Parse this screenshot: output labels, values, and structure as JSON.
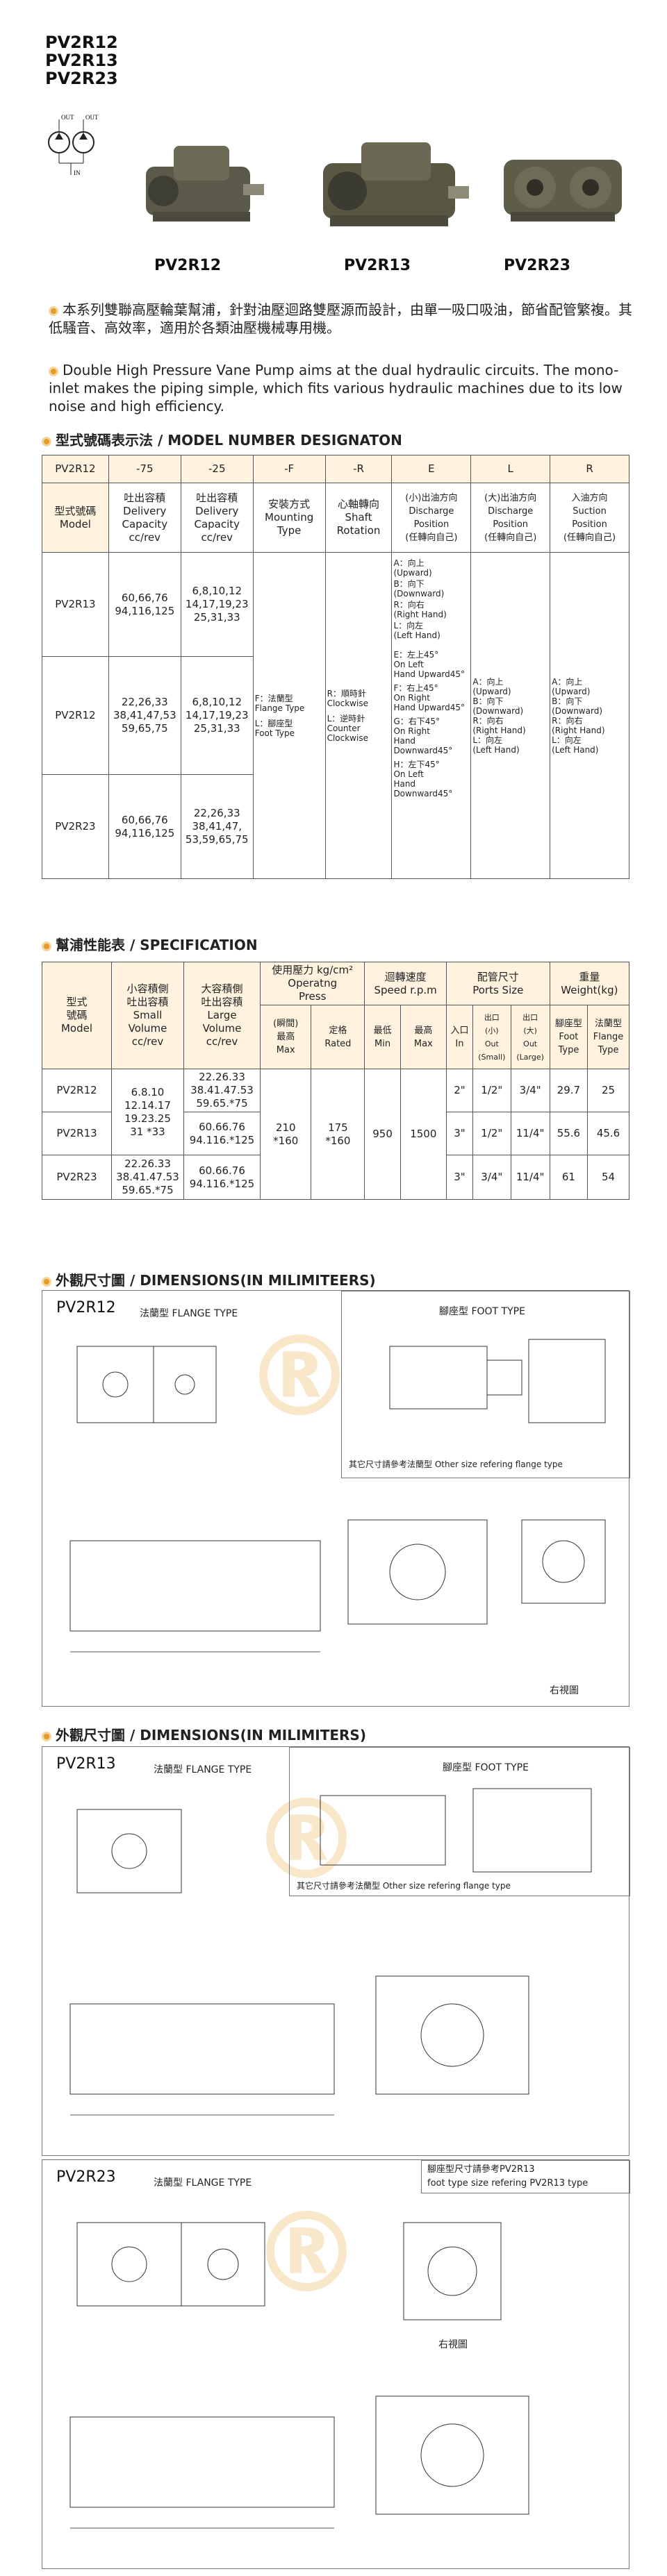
{
  "models": [
    "PV2R12",
    "PV2R13",
    "PV2R23"
  ],
  "symbol": {
    "out1": "OUT",
    "out2": "OUT",
    "in": "IN"
  },
  "photo_captions": [
    "PV2R12",
    "PV2R13",
    "PV2R23"
  ],
  "intro_zh": "本系列雙聯高壓輪葉幫浦，針對油壓迴路雙壓源而設計，由單一吸口吸油，節省配管繁複。其低騷音、高效率，適用於各類油壓機械專用機。",
  "intro_en": "Double High Pressure Vane Pump aims at the dual hydraulic circuits. The mono-inlet makes the piping simple, which fits various hydraulic machines due to its low noise and high efficiency.",
  "model_section": {
    "zh": "型式號碼表示法 / ",
    "en": "MODEL NUMBER DESIGNATON"
  },
  "model_table": {
    "head": [
      "PV2R12",
      "-75",
      "-25",
      "-F",
      "-R",
      "E",
      "L",
      "R"
    ],
    "sub": [
      "型式號碼\nModel",
      "吐出容積\nDelivery\nCapacity\ncc/rev",
      "吐出容積\nDelivery\nCapacity\ncc/rev",
      "安裝方式\nMounting\nType",
      "心軸轉向\nShaft\nRotation",
      "(小)出油方向\nDischarge\nPosition\n(任轉向自己)",
      "(大)出油方向\nDischarge\nPosition\n(任轉向自己)",
      "入油方向\nSuction\nPosition\n(任轉向自己)"
    ],
    "rows": [
      {
        "model": "PV2R13",
        "large": "60,66,76\n94,116,125",
        "small": "6,8,10,12\n14,17,19,23\n25,31,33"
      },
      {
        "model": "PV2R12",
        "large": "22,26,33\n38,41,47,53\n59,65,75",
        "small": "6,8,10,12\n14,17,19,23\n25,31,33"
      },
      {
        "model": "PV2R23",
        "large": "60,66,76\n94,116,125",
        "small": "22,26,33\n38,41,47,\n53,59,65,75"
      }
    ],
    "mounting": [
      "F：法蘭型\nFlange Type",
      "L：腳座型\nFoot Type"
    ],
    "rotation": [
      "R：順時針\nClockwise",
      "L：逆時針\nCounter\nClockwise"
    ],
    "discharge_small": [
      "A：向上\n(Upward)",
      "B：向下\n(Downward)",
      "R：向右\n(Right Hand)",
      "L：向左\n(Left Hand)",
      "E：左上45°\nOn Left\nHand Upward45°",
      "F：右上45°\nOn Right\nHand Upward45°",
      "G：右下45°\nOn Right\nHand\nDownward45°",
      "H：左下45°\nOn Left\nHand\nDownward45°"
    ],
    "discharge_large": [
      "A：向上\n(Upward)",
      "B：向下\n(Downward)",
      "R：向右\n(Right Hand)",
      "L：向左\n(Left Hand)"
    ],
    "suction": [
      "A：向上\n(Upward)",
      "B：向下\n(Downward)",
      "R：向右\n(Right Hand)",
      "L：向左\n(Left Hand)"
    ]
  },
  "spec_section": {
    "zh": "幫浦性能表 / ",
    "en": "SPECIFICATION"
  },
  "spec_table": {
    "h_model": "型式\n號碼\nModel",
    "h_small": "小容積側\n吐出容積\nSmall\nVolume\ncc/rev",
    "h_large": "大容積側\n吐出容積\nLarge\nVolume\ncc/rev",
    "h_press": "使用壓力 kg/cm²\nOperatng\nPress",
    "h_press_max": "(瞬間)\n最高\nMax",
    "h_press_rated": "定格\nRated",
    "h_speed": "迴轉速度\nSpeed r.p.m",
    "h_speed_min": "最低\nMin",
    "h_speed_max": "最高\nMax",
    "h_ports": "配管尺寸\nPorts Size",
    "h_in": "入口\nIn",
    "h_out_small": "出口\n(小)\nOut\n(Small)",
    "h_out_large": "出口\n(大)\nOut\n(Large)",
    "h_weight": "重量\nWeight(kg)",
    "h_foot": "腳座型\nFoot\nType",
    "h_flange": "法蘭型\nFlange\nType",
    "small_vol_12_13": "6.8.10\n12.14.17\n19.23.25\n31 *33",
    "max_press": "210\n*160",
    "rated_press": "175\n*160",
    "min_speed": "950",
    "max_speed": "1500",
    "rows": [
      {
        "model": "PV2R12",
        "large": "22.26.33\n38.41.47.53\n59.65.*75",
        "in": "2\"",
        "out_s": "1/2\"",
        "out_l": "3/4\"",
        "foot": "29.7",
        "flange": "25"
      },
      {
        "model": "PV2R13",
        "large": "60.66.76\n94.116.*125",
        "in": "3\"",
        "out_s": "1/2\"",
        "out_l": "11/4\"",
        "foot": "55.6",
        "flange": "45.6"
      },
      {
        "model": "PV2R23",
        "small": "22.26.33\n38.41.47.53\n59.65.*75",
        "large": "60.66.76\n94.116.*125",
        "in": "3\"",
        "out_s": "3/4\"",
        "out_l": "11/4\"",
        "foot": "61",
        "flange": "54"
      }
    ]
  },
  "dim_section": {
    "zh": "外觀尺寸圖 / ",
    "en": "DIMENSIONS(IN MILIMITEERS)"
  },
  "dim_section2": {
    "zh": "外觀尺寸圖 / ",
    "en": "DIMENSIONS(IN MILIMITERS)"
  },
  "pv2r12": {
    "title": "PV2R12",
    "flange": "法蘭型  FLANGE TYPE",
    "foot": "腳座型  FOOT TYPE",
    "note": "其它尺寸請參考法蘭型  Other size refering flange type",
    "side": "右視圖"
  },
  "pv2r13": {
    "title": "PV2R13",
    "flange": "法蘭型  FLANGE TYPE",
    "foot": "腳座型  FOOT TYPE",
    "note": "其它尺寸請參考法蘭型  Other size refering flange type"
  },
  "pv2r23": {
    "title": "PV2R23",
    "flange": "法蘭型  FLANGE TYPE",
    "foot": "腳座型尺寸請參考PV2R13\nfoot type size refering PV2R13 type",
    "side": "右視圖"
  }
}
